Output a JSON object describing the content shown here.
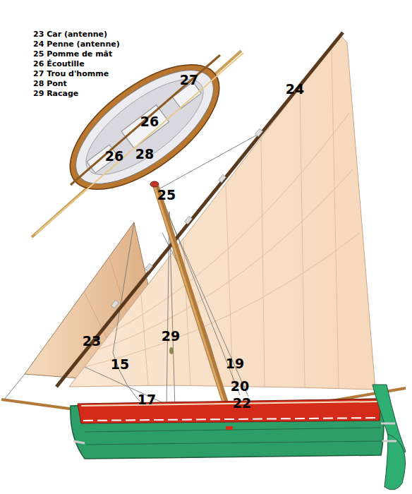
{
  "diagram": {
    "labels": [
      "23 Car (antenne)",
      "24 Penne (antenne)",
      "25 Pomme de mât",
      "26 Écoutille",
      "27 Trou d'homme",
      "28 Pont",
      "29 Racage",
      "27",
      "24",
      "26",
      "26",
      "28",
      "25",
      "29",
      "23",
      "15",
      "19",
      "20",
      "17",
      "22"
    ]
  }
}
